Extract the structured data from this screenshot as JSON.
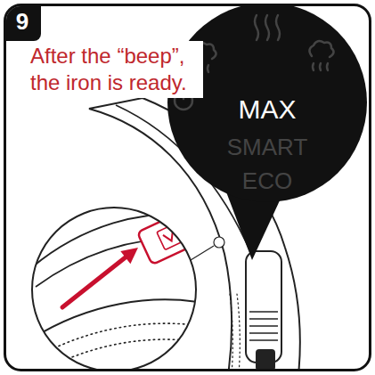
{
  "diagram": {
    "nodes": [
      {
        "text": [
          "9"
        ]
      },
      {
        "text": [
          "MAX",
          "SMART",
          "ECO"
        ]
      }
    ],
    "labels": [
      "After the “beep”, the iron is ready."
    ]
  }
}
